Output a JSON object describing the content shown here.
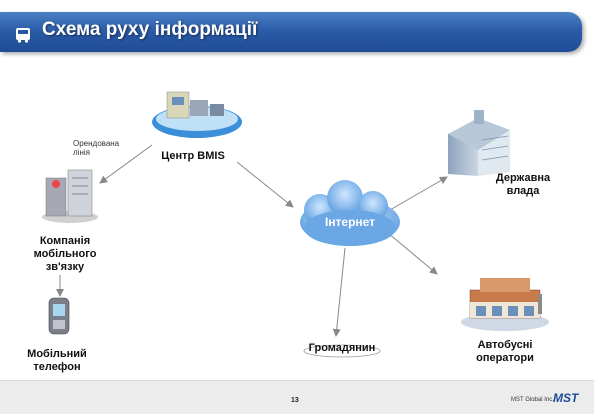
{
  "header": {
    "title": "Схема руху інформації"
  },
  "nodes": {
    "bmis": "Центр BMIS",
    "leased_line": "Орендована\nлінія",
    "mobile_company": "Компанія\nмобільного\nзв'язку",
    "internet": "Інтернет",
    "government": "Державна\nвлада",
    "bus_operators": "Автобусні\nоператори",
    "citizen": "Громадянин",
    "mobile_phone": "Мобільний\nтелефон"
  },
  "footer": {
    "page_number": "13",
    "company": "MST Global Inc.",
    "logo": "MST"
  },
  "colors": {
    "header": "#2a5aa6",
    "cloud": "#7db3e8",
    "arrow": "#888888"
  }
}
